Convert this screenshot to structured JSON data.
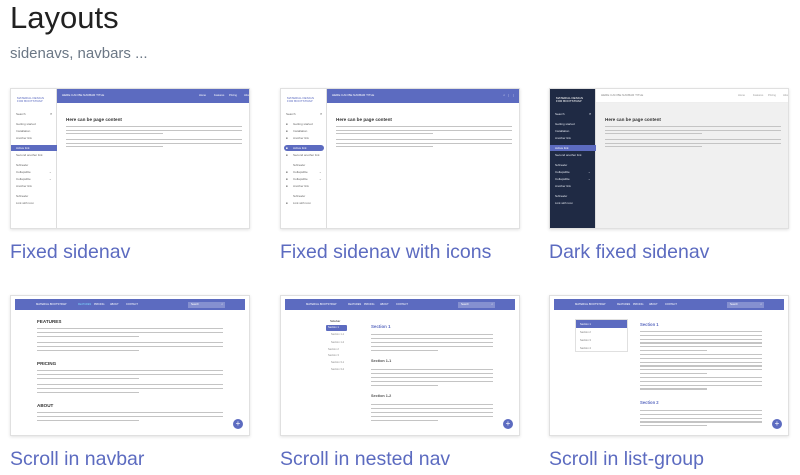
{
  "header": {
    "title": "Layouts",
    "subtitle": "sidenavs, navbars ..."
  },
  "colors": {
    "accent": "#5c6bc0",
    "dark_sidebar": "#1f2a44",
    "text_lines": "#c4c4c4"
  },
  "sidenav_text": {
    "brand": [
      "MATERIAL DESIGN",
      "FOR BOOTSTRAP"
    ],
    "search": "Search",
    "navbar_title": "HERE CAN BE NAVBAR TITLE",
    "navbar_links": [
      "Home",
      "Features",
      "Pricing",
      "About"
    ],
    "items": [
      "Getting started",
      "Installation",
      "Another link",
      "Active link",
      "Second another link",
      "Subheader",
      "Collapsible",
      "Collapsible",
      "Another link",
      "Subheader",
      "Link with icon"
    ],
    "content_heading": "Here can be page content"
  },
  "navbar_text": {
    "brand": "MATERIAL BOOTSTRAP",
    "links": [
      "FEATURES",
      "PRICING",
      "ABOUT",
      "CONTACT"
    ],
    "search": "Search",
    "fab_icon": "plus-icon"
  },
  "scroll_navbar": {
    "sections": [
      "FEATURES",
      "PRICING",
      "ABOUT"
    ]
  },
  "nested_nav": {
    "title": "Sidebar",
    "items": [
      "Section 1",
      "Section 1-1",
      "Section 1-2",
      "Section 2",
      "Section 3",
      "Section 3-1",
      "Section 3-2"
    ],
    "sections": [
      "Section 1",
      "Section 1-1",
      "Section 1-2"
    ]
  },
  "list_group": {
    "items": [
      "Section 1",
      "Section 2",
      "Section 3",
      "Section 4"
    ],
    "sections": [
      "Section 1",
      "Section 2"
    ]
  },
  "cards": [
    {
      "label": "Fixed sidenav",
      "type": "sidenav"
    },
    {
      "label": "Fixed sidenav with icons",
      "type": "sidenav-icons"
    },
    {
      "label": "Dark fixed sidenav",
      "type": "sidenav-dark"
    },
    {
      "label": "Scroll in navbar",
      "type": "scroll-navbar"
    },
    {
      "label": "Scroll in nested nav",
      "type": "scroll-nested"
    },
    {
      "label": "Scroll in list-group",
      "type": "scroll-list"
    }
  ]
}
